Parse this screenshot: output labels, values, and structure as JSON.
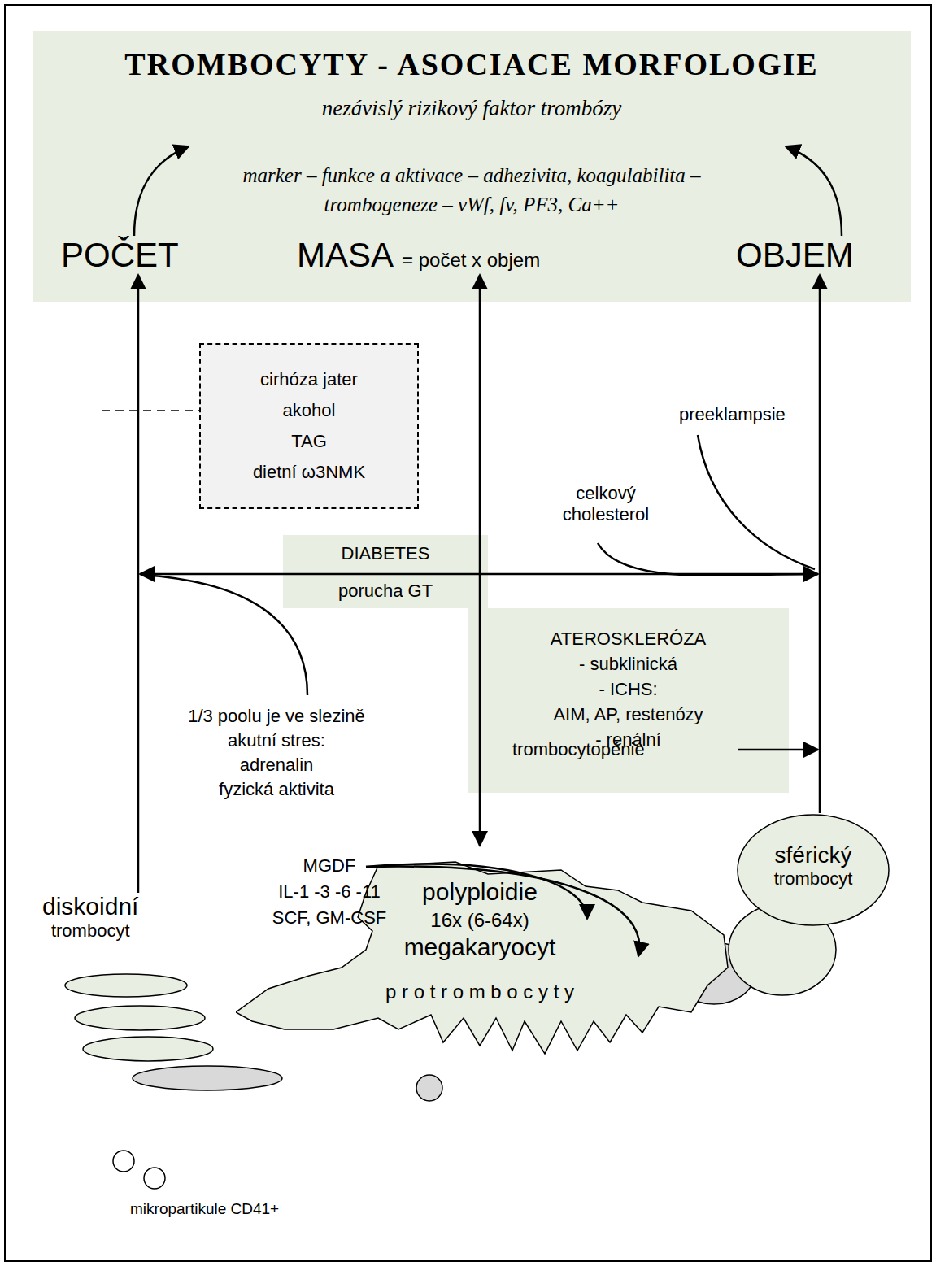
{
  "diagram": {
    "title": "TROMBOCYTY - ASOCIACE MORFOLOGIE",
    "nodes": [
      {
        "text": [
          "nezávislý rizikový faktor trombózy",
          "marker – funkce a aktivace – adhezivita, koagulabilita – trombogeneze – vWf, fv, PF3, Ca++"
        ]
      },
      {
        "text": [
          "POČET"
        ],
        "in": 0
      },
      {
        "text": [
          "MASA",
          "= počet x objem"
        ],
        "in": 0
      },
      {
        "text": [
          "OBJEM"
        ],
        "in": 0
      },
      {
        "text": [
          "cirhóza jater",
          "akohol",
          "TAG",
          "dietní ω3NMK"
        ]
      },
      {
        "text": [
          "DIABETES",
          "porucha GT"
        ]
      },
      {
        "text": [
          "ATEROSKLERÓZA",
          "- subklinická",
          "- ICHS:",
          "AIM, AP, restenózy",
          "- renální"
        ]
      },
      {
        "text": [
          "diskoidní",
          "trombocyt"
        ]
      },
      {
        "text": [
          "polyploidie",
          "16x (6-64x)",
          "megakaryocyt",
          "p r o t r o m b o c y t y"
        ]
      },
      {
        "text": [
          "sférický",
          "trombocyt"
        ]
      }
    ],
    "edges": [
      {
        "from": 7,
        "to": 1,
        "arrow": "to"
      },
      {
        "from": 9,
        "to": 3,
        "arrow": "to"
      },
      {
        "from": 2,
        "to": 8,
        "arrow": "both"
      }
    ],
    "labels": [
      "preeklampsie",
      "celkový cholesterol",
      "1/3 poolu je ve slezině",
      "akutní stres:",
      "adrenalin",
      "fyzická aktivita",
      "trombocytopénie",
      "MGDF",
      "IL-1 -3 -6 -11",
      "SCF, GM-CSF",
      "mikropartikule CD41+"
    ]
  }
}
